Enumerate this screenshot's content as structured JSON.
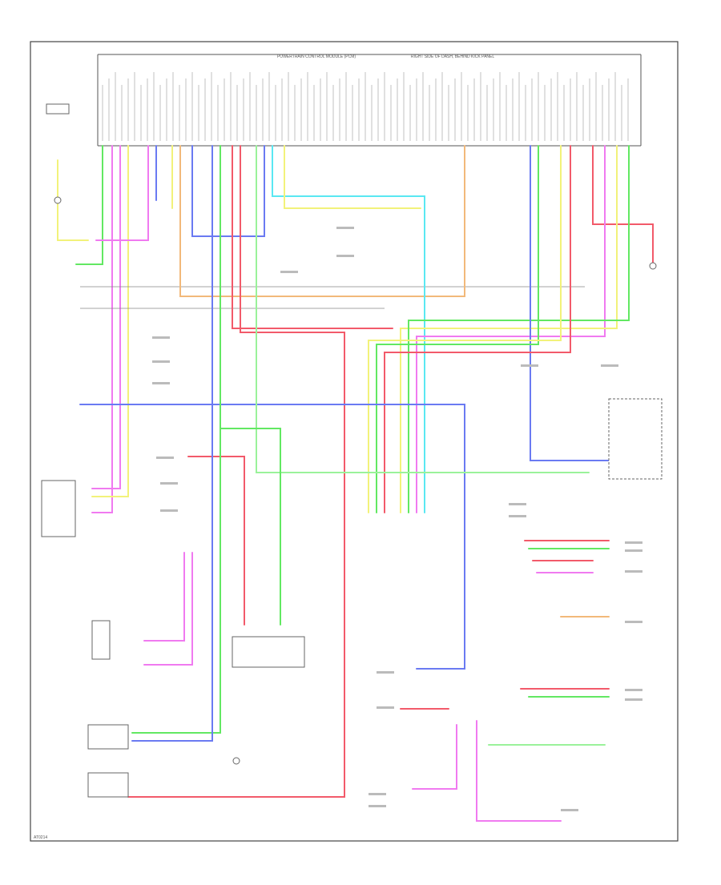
{
  "diagram": {
    "main_module_title": "POWERTRAIN CONTROL MODULE (PCM)",
    "main_module_subtitle": "RIGHT SIDE OF DASH, BEHIND KICK PANEL",
    "footer_code": "AT0214",
    "wire_colors": {
      "green": "#62e862",
      "magenta": "#f07af0",
      "yellow": "#f2f27a",
      "blue": "#6a7af2",
      "red": "#f25a6a",
      "cyan": "#5ae8f2",
      "orange": "#f2b97a",
      "gray": "#9a9a9a",
      "light_green": "#9af29a",
      "violet": "#b26af2"
    }
  }
}
